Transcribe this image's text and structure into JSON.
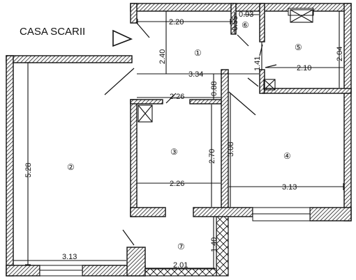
{
  "title": "CASA SCARII",
  "rooms": [
    {
      "id": "1",
      "label": "①"
    },
    {
      "id": "2",
      "label": "②"
    },
    {
      "id": "3",
      "label": "③"
    },
    {
      "id": "4",
      "label": "④"
    },
    {
      "id": "5",
      "label": "⑤"
    },
    {
      "id": "6",
      "label": "⑥"
    },
    {
      "id": "7",
      "label": "⑦"
    }
  ],
  "dimensions": {
    "d_2_20": "2.20",
    "d_0_55": "0.55",
    "d_0_93": "0.93",
    "d_2_40": "2.40",
    "d_1_41": "1.41",
    "d_2_04": "2.04",
    "d_2_10": "2.10",
    "d_3_34": "3.34",
    "d_0_88": "0.88",
    "d_2_26_top": "2.26",
    "d_5_28": "5.28",
    "d_2_70": "2.70",
    "d_3_08": "3.08",
    "d_2_26_bottom": "2.26",
    "d_3_13_right": "3.13",
    "d_1_40": "1.40",
    "d_3_13_left": "3.13",
    "d_2_01": "2.01"
  }
}
